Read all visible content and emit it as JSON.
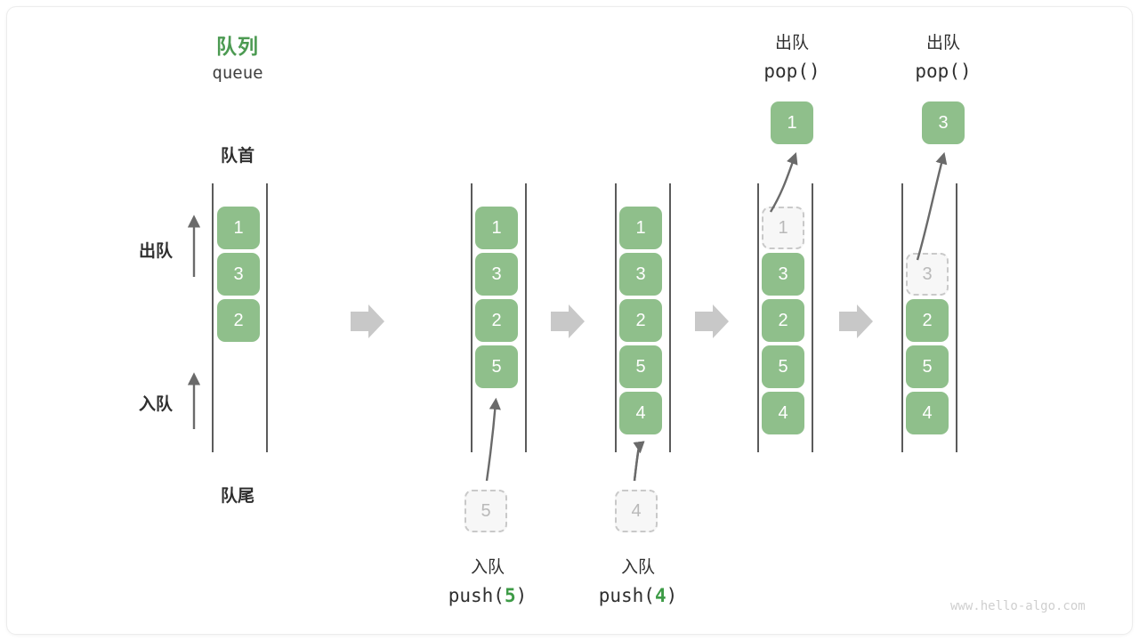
{
  "diagram": {
    "title_cn": "队列",
    "title_code": "queue",
    "front_label": "队首",
    "rear_label": "队尾",
    "dequeue_label": "出队",
    "enqueue_label": "入队",
    "watermark": "www.hello-algo.com",
    "accent_green": "#8fbf8b",
    "accent_title_green": "#4c9a52",
    "ghost_gray": "#c9c9c9",
    "arrow_gray": "#c8c8c8",
    "text_dark": "#2f2f2f"
  },
  "columns": [
    {
      "id": "initial",
      "items": [
        "1",
        "3",
        "2"
      ],
      "ghost": null,
      "header_cn": null,
      "header_code": null,
      "footer_cn": null,
      "footer_code": null
    },
    {
      "id": "after-push-5",
      "items": [
        "1",
        "3",
        "2",
        "5"
      ],
      "ghost": null,
      "incoming": "5",
      "footer_cn": "入队",
      "footer_code_prefix": "push(",
      "footer_code_arg": "5",
      "footer_code_suffix": ")"
    },
    {
      "id": "after-push-4",
      "items": [
        "1",
        "3",
        "2",
        "5",
        "4"
      ],
      "ghost": null,
      "incoming": "4",
      "footer_cn": "入队",
      "footer_code_prefix": "push(",
      "footer_code_arg": "4",
      "footer_code_suffix": ")"
    },
    {
      "id": "after-pop-1",
      "items": [
        "3",
        "2",
        "5",
        "4"
      ],
      "ghost": "1",
      "popped": "1",
      "header_cn": "出队",
      "header_code": "pop()"
    },
    {
      "id": "after-pop-3",
      "items": [
        "2",
        "5",
        "4"
      ],
      "ghost": "3",
      "popped": "3",
      "header_cn": "出队",
      "header_code": "pop()"
    }
  ],
  "separators": [
    "arrow-right-icon",
    "arrow-right-icon",
    "arrow-right-icon",
    "arrow-right-icon"
  ]
}
